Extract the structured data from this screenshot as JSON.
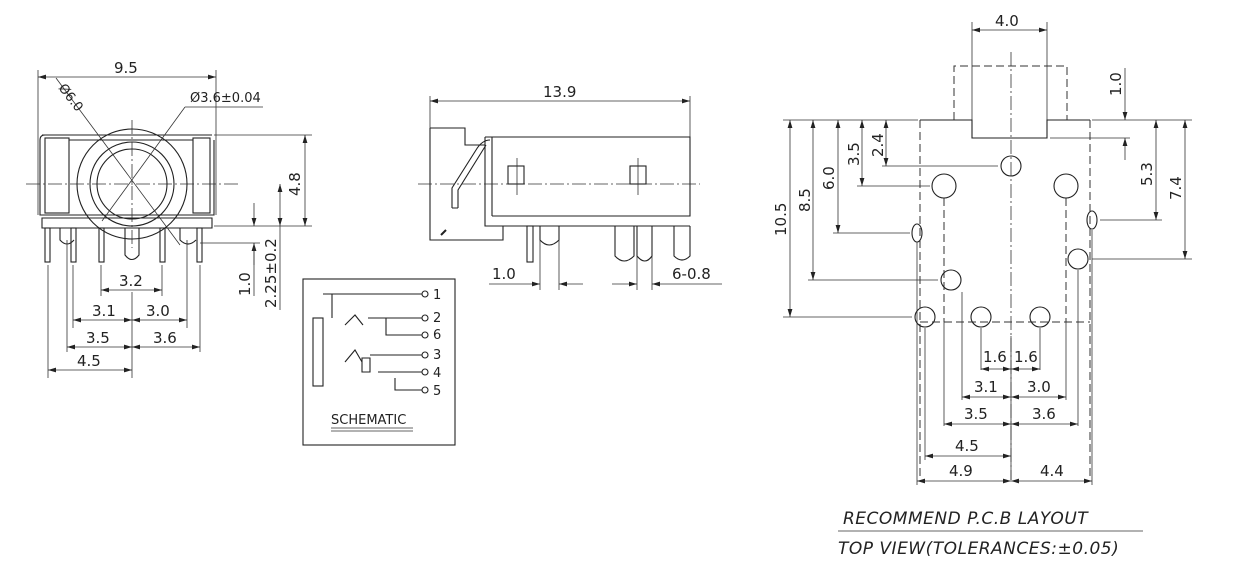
{
  "front_view": {
    "width": "9.5",
    "outer_diameter": "Ø6.0",
    "inner_diameter": "Ø3.6±0.04",
    "height": "4.8",
    "center_height": "2.25±0.2",
    "pin_offset": "1.0",
    "pitch_center": "3.2",
    "pitch_left_1": "3.1",
    "pitch_right_1": "3.0",
    "pitch_left_2": "3.5",
    "pitch_right_2": "3.6",
    "pitch_left_3": "4.5"
  },
  "side_view": {
    "length": "13.9",
    "pin_width": "1.0",
    "pin_spec": "6-0.8"
  },
  "schematic": {
    "title": "SCHEMATIC",
    "pins": [
      "1",
      "2",
      "6",
      "3",
      "4",
      "5"
    ]
  },
  "pcb_layout": {
    "top_width": "4.0",
    "top_offset": "1.0",
    "left_dims": [
      "10.5",
      "8.5",
      "6.0",
      "3.5",
      "2.4"
    ],
    "right_dims": [
      "5.3",
      "7.4"
    ],
    "bottom_dims": {
      "a_left": "1.6",
      "a_right": "1.6",
      "b_left": "3.1",
      "b_right": "3.0",
      "c_left": "3.5",
      "c_right": "3.6",
      "d_left": "4.5",
      "e_left": "4.9",
      "e_right": "4.4"
    },
    "title_line1": "RECOMMEND P.C.B LAYOUT",
    "title_line2": "TOP VIEW(TOLERANCES:±0.05)"
  }
}
